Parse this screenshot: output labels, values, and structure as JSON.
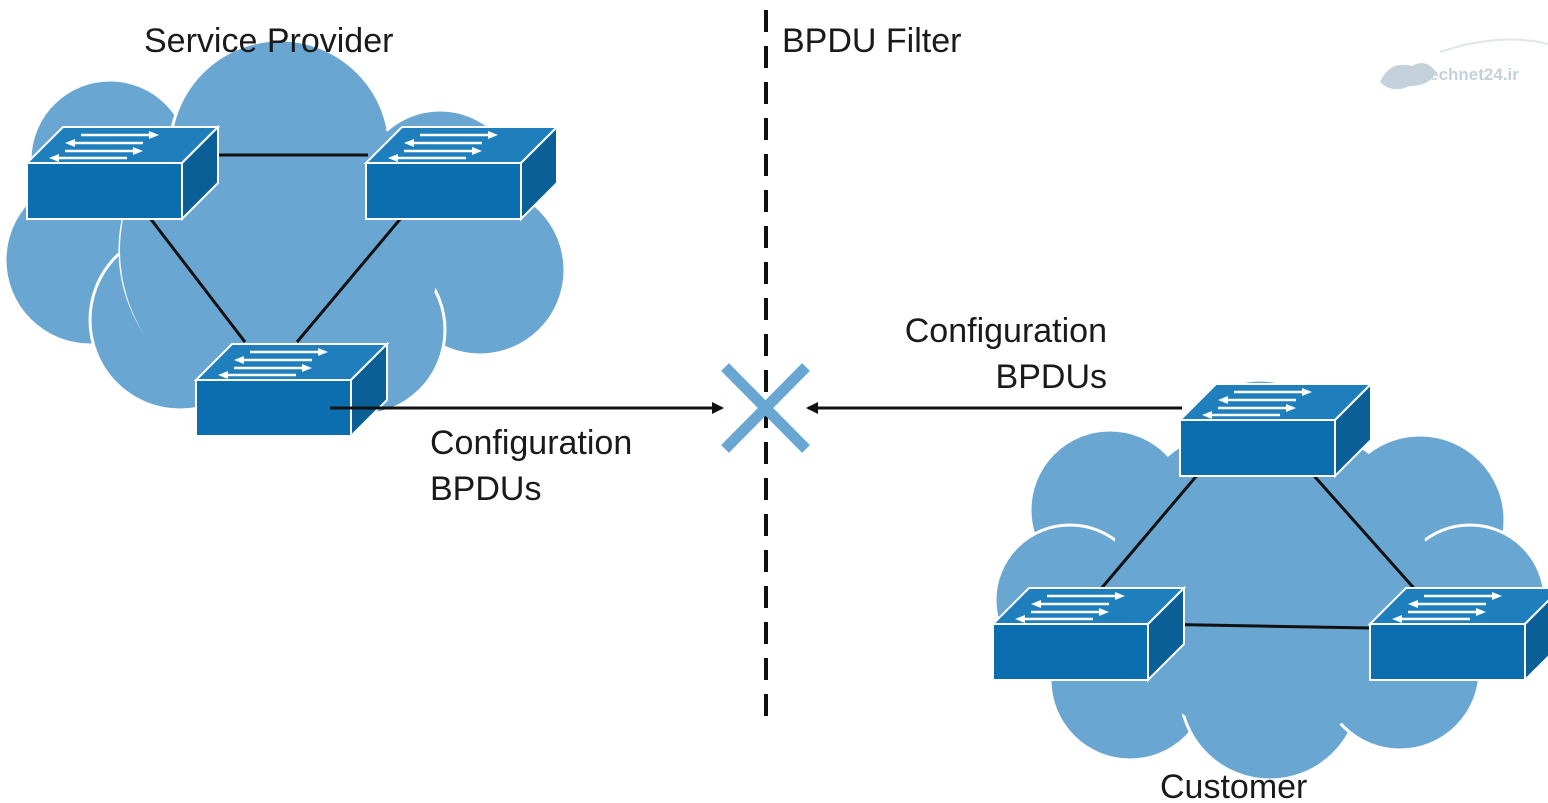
{
  "labels": {
    "provider": "Service Provider",
    "filter": "BPDU Filter",
    "customer": "Customer",
    "left_msg": [
      "Configuration",
      "BPDUs"
    ],
    "right_msg": [
      "Configuration",
      "BPDUs"
    ]
  },
  "watermark": {
    "text": "Technet24.ir"
  },
  "colors": {
    "cloud": "#6aa6d2",
    "switch_front": "#0a6eaf",
    "switch_top": "#1f7fbd",
    "switch_side": "#0b5f97",
    "block_x": "#6aa6d2",
    "line": "#111111"
  },
  "icons": {
    "switch": "workgroup-switch-icon",
    "block": "block-x-icon",
    "cloud": "cloud-icon"
  }
}
